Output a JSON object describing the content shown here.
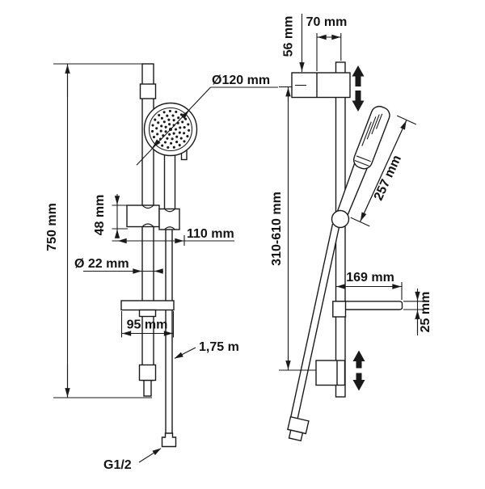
{
  "colors": {
    "line": "#1a1a1a",
    "background": "#ffffff"
  },
  "front_view": {
    "labels": {
      "total_height": "750 mm",
      "head_diameter": "Ø120 mm",
      "holder_height": "48 mm",
      "holder_reach": "110 mm",
      "rail_diameter": "Ø 22 mm",
      "dish_width": "95 mm",
      "hose_length": "1,75 m",
      "connection": "G1/2"
    }
  },
  "side_view": {
    "labels": {
      "bracket_depth": "70 mm",
      "top_offset": "56 mm",
      "adjustment_range": "310-610 mm",
      "handset_length": "257 mm",
      "dish_depth": "169 mm",
      "dish_thickness": "25 mm"
    }
  }
}
